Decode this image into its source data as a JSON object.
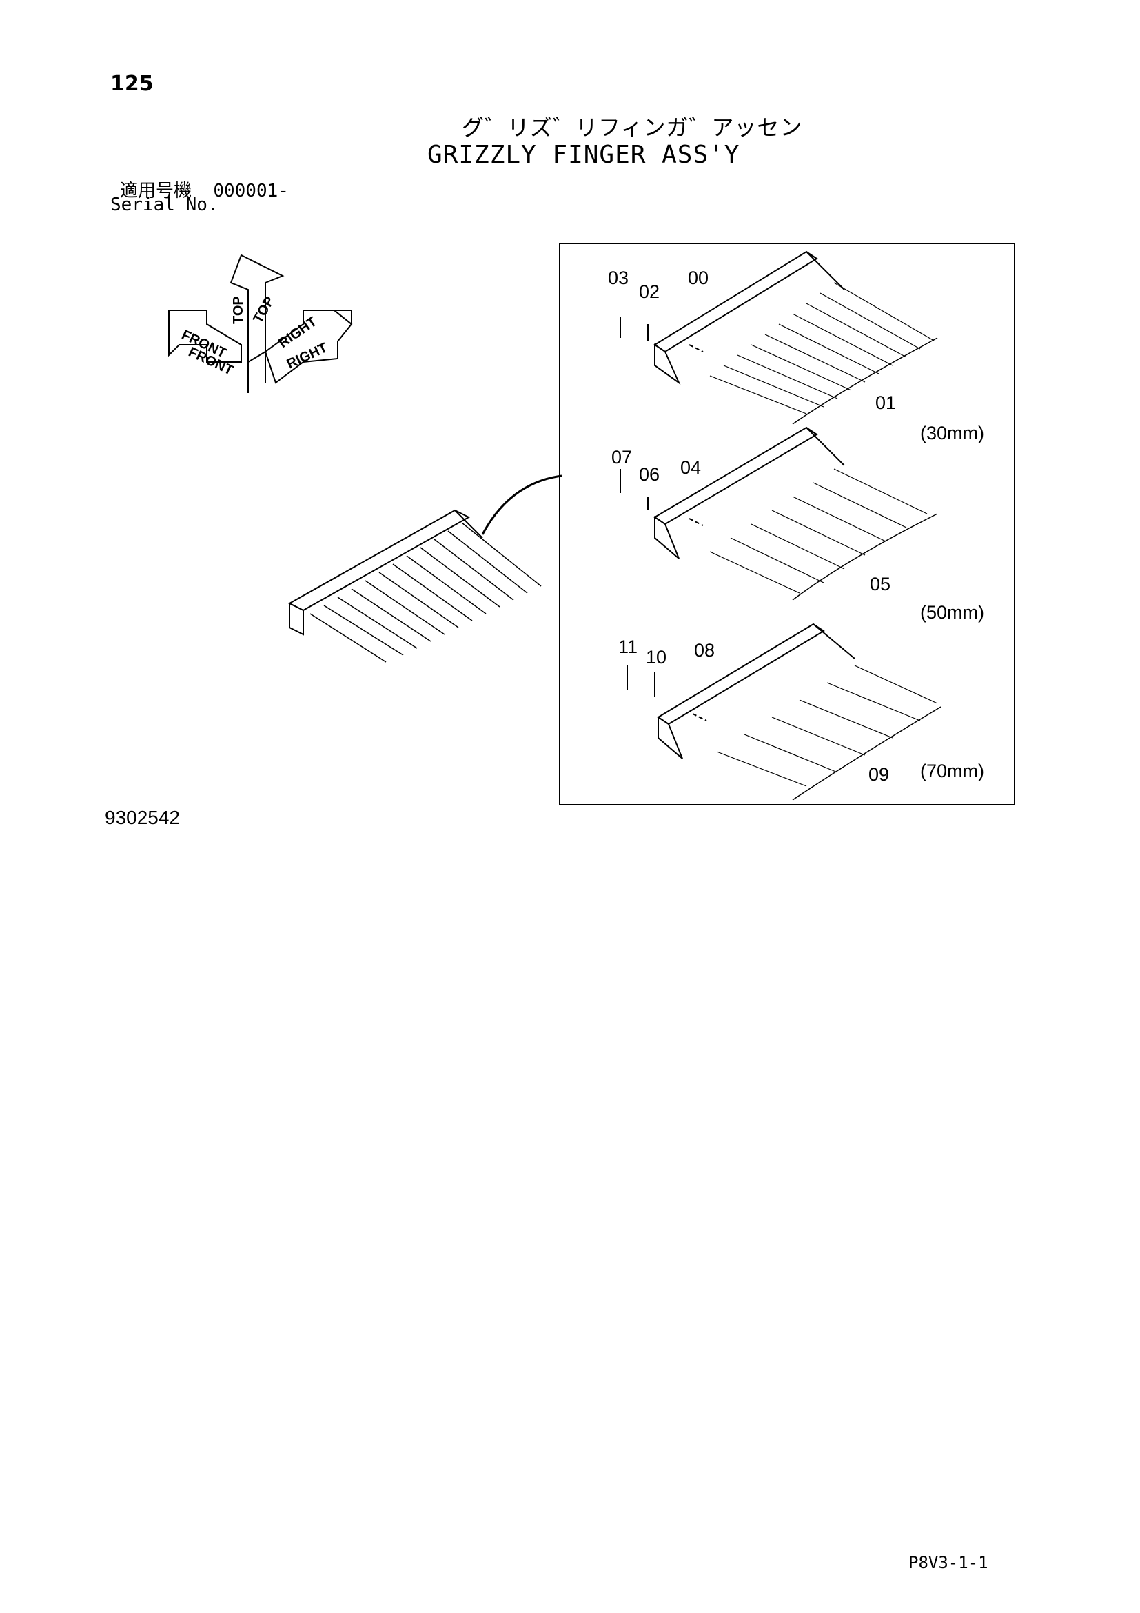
{
  "page_number": "125",
  "title": {
    "jp": "グ゛リズ゛リフィンガ゛アッセン",
    "en": "GRIZZLY FINGER ASS'Y"
  },
  "serial": {
    "jp_label": "適用号機",
    "range": "000001-",
    "en_label": "Serial No."
  },
  "direction_indicator": {
    "front_labels": [
      "FRONT",
      "FRONT"
    ],
    "top_labels": [
      "TOP",
      "TOP"
    ],
    "right_labels": [
      "RIGHT",
      "RIGHT"
    ]
  },
  "variants": [
    {
      "size": "(30mm)",
      "parts": [
        "03",
        "02",
        "00",
        "01"
      ]
    },
    {
      "size": "(50mm)",
      "parts": [
        "07",
        "06",
        "04",
        "05"
      ]
    },
    {
      "size": "(70mm)",
      "parts": [
        "11",
        "10",
        "08",
        "09"
      ]
    }
  ],
  "drawing_number": "9302542",
  "page_code": "P8V3-1-1"
}
